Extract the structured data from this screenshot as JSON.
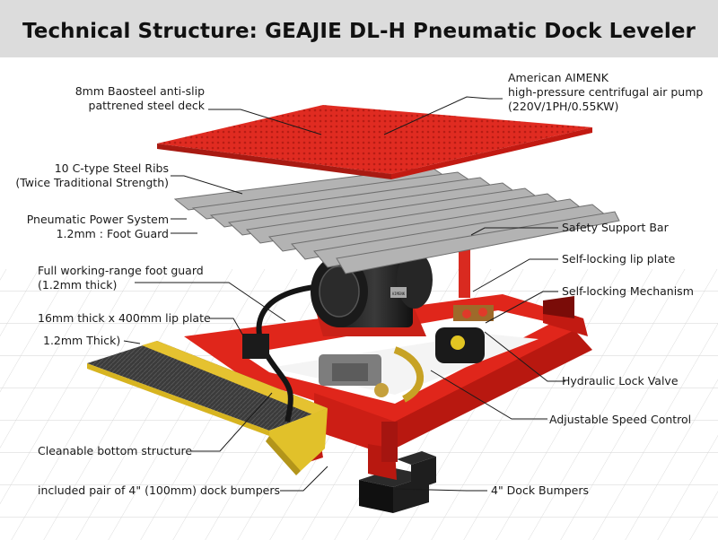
{
  "title": "Technical Structure: GEAJIE DL-H Pneumatic Dock Leveler",
  "motor_plate": "AIMENK",
  "labels": {
    "deck": [
      "8mm Baosteel anti-slip",
      "pattrened steel deck"
    ],
    "pump": [
      "American AIMENK",
      "high-pressure centrifugal air pump",
      "(220V/1PH/0.55KW)"
    ],
    "ribs": [
      "10 C-type Steel Ribs",
      "(Twice Traditional Strength)"
    ],
    "power": [
      "Pneumatic Power System",
      "1.2mm : Foot Guard"
    ],
    "safety_bar": "Safety Support Bar",
    "lip_plate": "Self-locking lip plate",
    "foot_guard": [
      "Full working-range foot guard",
      "(1.2mm thick)"
    ],
    "mechanism": "Self-locking Mechanism",
    "lip_thickness": "16mm thick x 400mm lip plate",
    "lip_note": "1.2mm  Thick)",
    "lock_valve": "Hydraulic Lock Valve",
    "speed_control": "Adjustable Speed Control",
    "bottom": "Cleanable bottom structure",
    "bumpers_pair": "included pair of 4\" (100mm) dock bumpers",
    "bumpers": "4\" Dock Bumpers"
  }
}
